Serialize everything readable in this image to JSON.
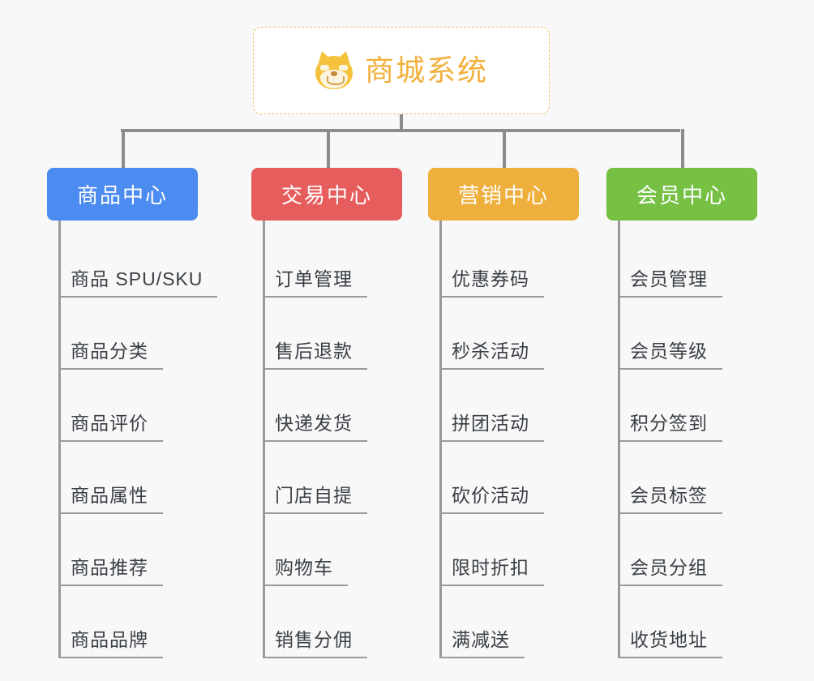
{
  "page": {
    "background_color": "#f8f8f8",
    "line_color": "#8c8c8c"
  },
  "root": {
    "icon": "shiba-dog-icon",
    "title": "商城系统",
    "text_color": "#f2b03c",
    "border_color": "#f0c168",
    "background_color": "#ffffff"
  },
  "categories": [
    {
      "label": "商品中心",
      "color": "#4c8bf0",
      "items": [
        {
          "label": "商品 SPU/SKU"
        },
        {
          "label": "商品分类"
        },
        {
          "label": "商品评价"
        },
        {
          "label": "商品属性"
        },
        {
          "label": "商品推荐"
        },
        {
          "label": "商品品牌"
        }
      ]
    },
    {
      "label": "交易中心",
      "color": "#e75c5c",
      "items": [
        {
          "label": "订单管理"
        },
        {
          "label": "售后退款"
        },
        {
          "label": "快递发货"
        },
        {
          "label": "门店自提"
        },
        {
          "label": "购物车"
        },
        {
          "label": "销售分佣"
        }
      ]
    },
    {
      "label": "营销中心",
      "color": "#eeaf3c",
      "items": [
        {
          "label": "优惠券码"
        },
        {
          "label": "秒杀活动"
        },
        {
          "label": "拼团活动"
        },
        {
          "label": "砍价活动"
        },
        {
          "label": "限时折扣"
        },
        {
          "label": "满减送"
        }
      ]
    },
    {
      "label": "会员中心",
      "color": "#76c043",
      "items": [
        {
          "label": "会员管理"
        },
        {
          "label": "会员等级"
        },
        {
          "label": "积分签到"
        },
        {
          "label": "会员标签"
        },
        {
          "label": "会员分组"
        },
        {
          "label": "收货地址"
        }
      ]
    }
  ]
}
